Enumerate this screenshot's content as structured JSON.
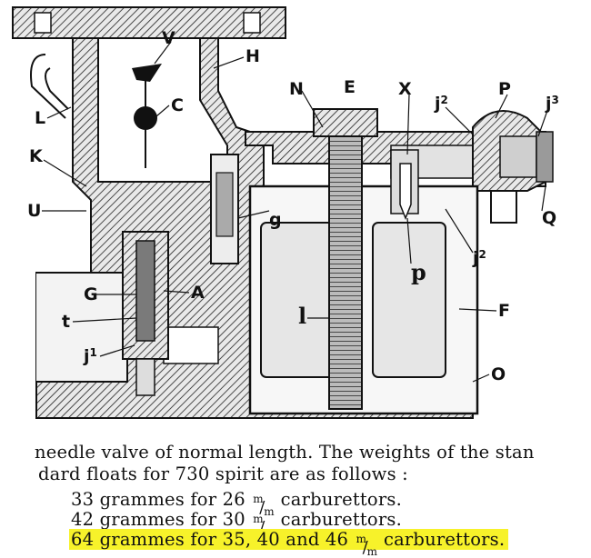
{
  "figure": {
    "labels": {
      "V": "V",
      "H": "H",
      "C": "C",
      "L": "L",
      "K": "K",
      "U": "U",
      "N": "N",
      "E": "E",
      "X": "X",
      "j2a": "j",
      "j2a_sup": "2",
      "P": "P",
      "j3": "j",
      "j3_sup": "3",
      "g": "g",
      "Q": "Q",
      "j2b": "j",
      "j2b_sup": "2",
      "p": "p",
      "G": "G",
      "A": "A",
      "t": "t",
      "l": "l",
      "F": "F",
      "j1": "j",
      "j1_sup": "1",
      "O": "O"
    }
  },
  "text": {
    "line1": "needle valve of normal length.  The weights of the stan",
    "line2": "dard floats for 730 spirit are as follows :",
    "line3_a": "33 grammes for 26",
    "line3_b": "carburettors.",
    "line4_a": "42 grammes for 30",
    "line4_b": "carburettors.",
    "line5_a": "64 grammes for 35, 40 and 46",
    "line5_b": "carburettors.",
    "unit_top": "m",
    "unit_slash": "/",
    "unit_bottom": "m"
  },
  "colors": {
    "highlight": "#f7f22a",
    "ink": "#111111",
    "paper": "#ffffff"
  }
}
